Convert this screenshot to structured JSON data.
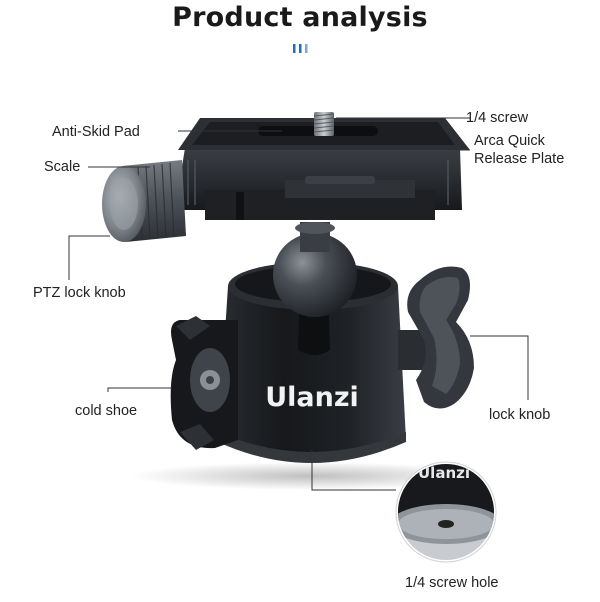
{
  "header": {
    "title": "Product analysis"
  },
  "product": {
    "brand": "Ulanzi"
  },
  "labels": {
    "screw": "1/4 screw",
    "arca": "Arca Quick",
    "release": "Release Plate",
    "pad": "Anti-Skid Pad",
    "scale": "Scale",
    "ptz": "PTZ lock knob",
    "cold_shoe": "cold shoe",
    "lock_knob": "lock knob",
    "hole": "1/4 screw hole"
  },
  "colors": {
    "accent": "#1f6fb5",
    "line": "#333333",
    "body": "#1b1d20"
  }
}
